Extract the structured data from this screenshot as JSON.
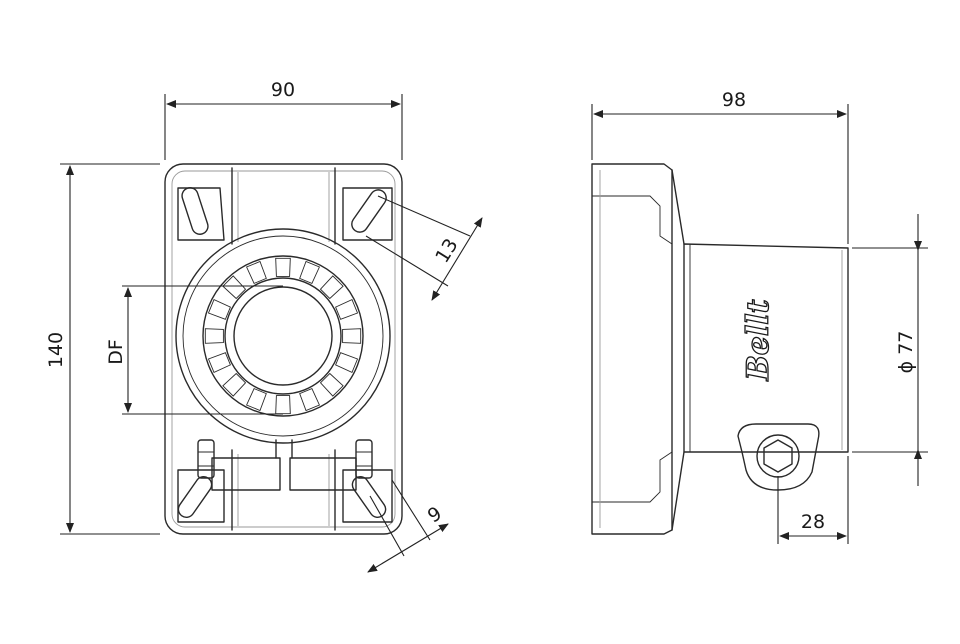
{
  "front_view": {
    "width_dim": "90",
    "height_dim": "140",
    "slot_dim": "13",
    "df_label": "DF",
    "foot_dim": "9"
  },
  "side_view": {
    "depth_dim": "98",
    "diameter_dim": "ϕ 77",
    "offset_dim": "28",
    "brand": "Bellt"
  }
}
